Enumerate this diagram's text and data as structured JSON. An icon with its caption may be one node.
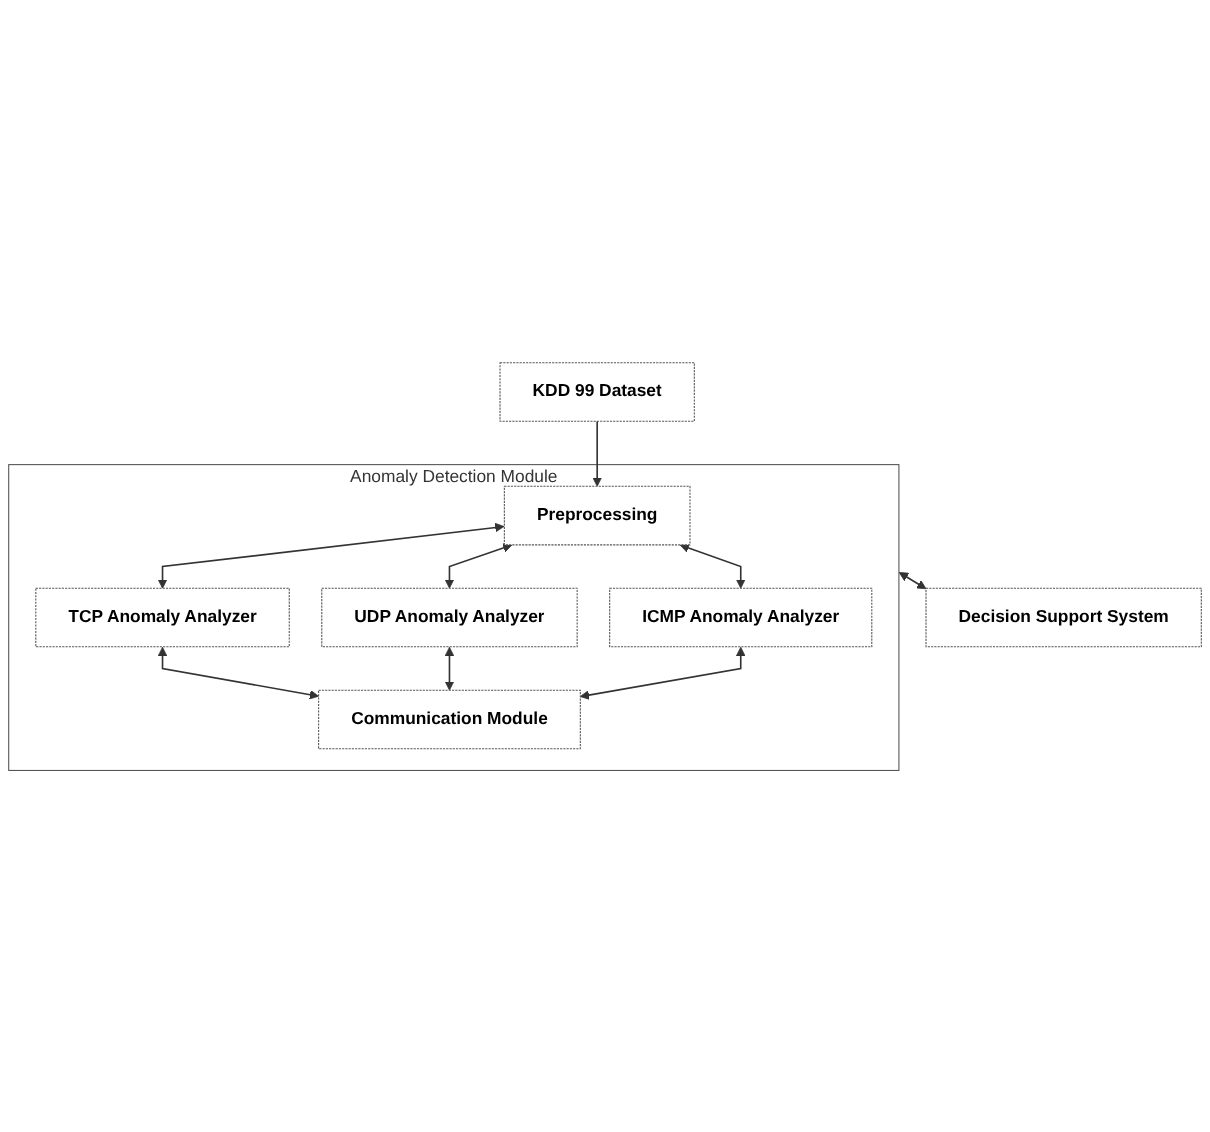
{
  "diagram": {
    "nodes": [
      {
        "text": [
          "KDD 99 Dataset"
        ]
      },
      {
        "text": [
          "Anomaly Detection Module"
        ]
      },
      {
        "text": [
          "Preprocessing"
        ],
        "in": 1
      },
      {
        "text": [
          "TCP Anomaly Analyzer"
        ],
        "in": 1
      },
      {
        "text": [
          "UDP Anomaly Analyzer"
        ],
        "in": 1
      },
      {
        "text": [
          "ICMP Anomaly Analyzer"
        ],
        "in": 1
      },
      {
        "text": [
          "Communication Module"
        ],
        "in": 1
      },
      {
        "text": [
          "Decision Support System"
        ]
      }
    ],
    "edges": [
      {
        "from": 0,
        "to": 2,
        "arrow": "to"
      },
      {
        "from": 2,
        "to": 3,
        "arrow": "both"
      },
      {
        "from": 2,
        "to": 4,
        "arrow": "both"
      },
      {
        "from": 2,
        "to": 5,
        "arrow": "both"
      },
      {
        "from": 3,
        "to": 6,
        "arrow": "both"
      },
      {
        "from": 4,
        "to": 6,
        "arrow": "both"
      },
      {
        "from": 5,
        "to": 6,
        "arrow": "both"
      },
      {
        "from": 1,
        "to": 7,
        "arrow": "both"
      }
    ]
  }
}
